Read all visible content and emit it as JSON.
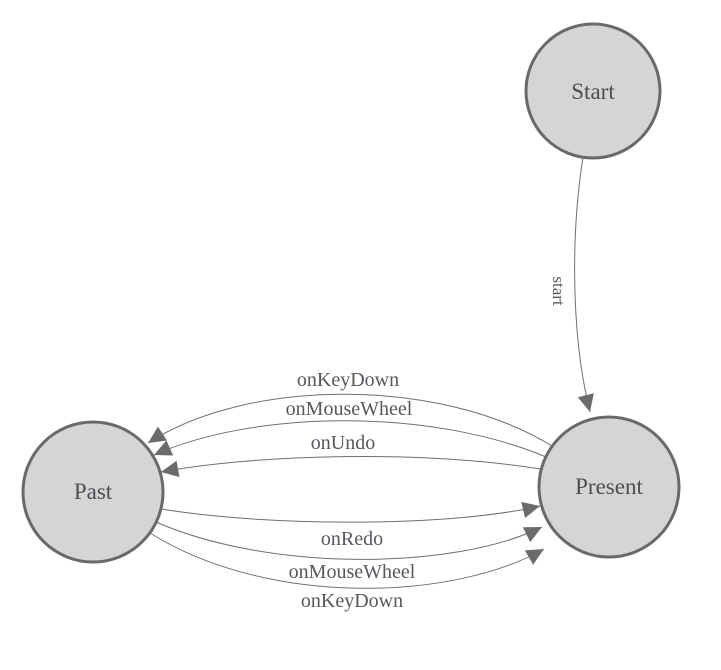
{
  "diagram": {
    "type": "state-machine",
    "background_color": "#ffffff",
    "colors": {
      "node_fill": "#d5d5d5",
      "node_border": "#696969",
      "edge_line": "#6f6f6f",
      "arrowhead": "#6b6b6b",
      "node_text": "#4b4e53",
      "edge_text": "#55585d"
    },
    "nodes": [
      {
        "id": "start",
        "label": "Start"
      },
      {
        "id": "present",
        "label": "Present"
      },
      {
        "id": "past",
        "label": "Past"
      }
    ],
    "edges": [
      {
        "from": "Start",
        "to": "Present",
        "label": "start"
      },
      {
        "from": "Present",
        "to": "Past",
        "label": "onKeyDown"
      },
      {
        "from": "Present",
        "to": "Past",
        "label": "onMouseWheel"
      },
      {
        "from": "Present",
        "to": "Past",
        "label": "onUndo"
      },
      {
        "from": "Past",
        "to": "Present",
        "label": "onRedo"
      },
      {
        "from": "Past",
        "to": "Present",
        "label": "onMouseWheel"
      },
      {
        "from": "Past",
        "to": "Present",
        "label": "onKeyDown"
      }
    ]
  }
}
